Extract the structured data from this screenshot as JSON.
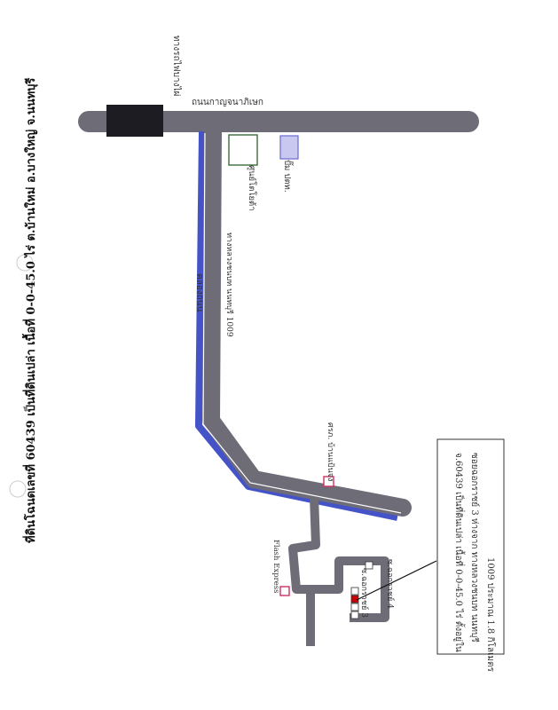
{
  "title": "ที่ดินโฉนดเลขที่ 60439 เป็นที่ดินเปล่า เนื้อที่ 0-0-45.0 ไร่ ต.บ้านใหม่ อ.บางใหญ่ จ.นนทบุรี",
  "labels": {
    "main_road": "ถนนกาญจนาภิเษก",
    "railway_station": "ทางรถไฟบางไผ่",
    "canal": "คลองถนน",
    "secondary_road": "ทางหลวงชนบท นนทบุรี 1009",
    "landmark_a": "ศูนย์โตโยต้า",
    "landmark_b": "ปั๊ม ปตท.",
    "office": "ศรภ. บ้านแป้นจง",
    "flash_express": "Flash Express",
    "soi_3": "ซ.ฉอกราชย์ 3",
    "soi_4": "ซ.ฉอกราชย์ 4"
  },
  "callout": {
    "line1": "จ.60439 เป็นที่ดินเปล่า เนื้อที่ 0-0-45.0 ไร่ ตั้งอยู่ใน",
    "line2": "ซอยฉอกราชย์ 3 ห่างจาก ทางหลวงชนบท นนทบุรี",
    "line3": "1009 ประมาณ 1.8 กิโลเมตร"
  },
  "colors": {
    "road": "#6e6c77",
    "canal": "#4553c8",
    "station": "#1c1c22",
    "landmark_a": "#3a6b3a",
    "landmark_b": "#6a6ad0",
    "marker": "#d03060",
    "plot": "#cc0000"
  }
}
